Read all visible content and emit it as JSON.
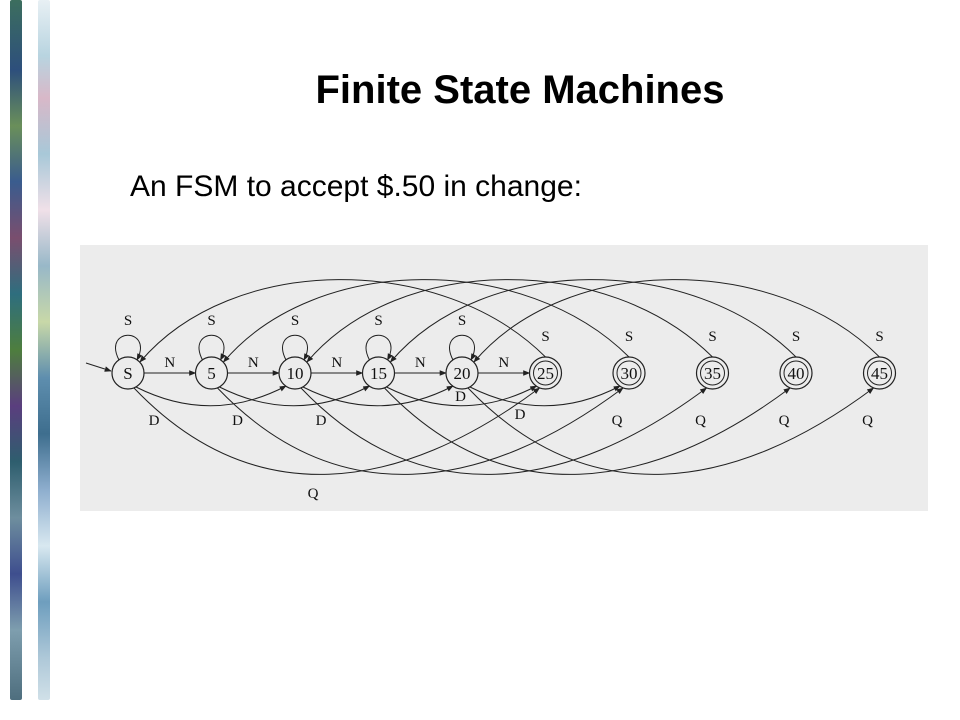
{
  "slide": {
    "title": "Finite State Machines",
    "subtitle": "An FSM to accept $.50 in change:"
  },
  "fsm": {
    "states": [
      {
        "id": "S",
        "label": "S",
        "accepting": false
      },
      {
        "id": "5",
        "label": "5",
        "accepting": false
      },
      {
        "id": "10",
        "label": "10",
        "accepting": false
      },
      {
        "id": "15",
        "label": "15",
        "accepting": false
      },
      {
        "id": "20",
        "label": "20",
        "accepting": false
      },
      {
        "id": "25",
        "label": "25",
        "accepting": true
      },
      {
        "id": "30",
        "label": "30",
        "accepting": true
      },
      {
        "id": "35",
        "label": "35",
        "accepting": true
      },
      {
        "id": "40",
        "label": "40",
        "accepting": true
      },
      {
        "id": "45",
        "label": "45",
        "accepting": true
      }
    ],
    "start_state": "S",
    "transitions": [
      {
        "from": "S",
        "to": "S",
        "label": "S"
      },
      {
        "from": "5",
        "to": "5",
        "label": "S"
      },
      {
        "from": "10",
        "to": "10",
        "label": "S"
      },
      {
        "from": "15",
        "to": "15",
        "label": "S"
      },
      {
        "from": "20",
        "to": "20",
        "label": "S"
      },
      {
        "from": "25",
        "to": "S",
        "label": "S"
      },
      {
        "from": "30",
        "to": "5",
        "label": "S"
      },
      {
        "from": "35",
        "to": "10",
        "label": "S"
      },
      {
        "from": "40",
        "to": "15",
        "label": "S"
      },
      {
        "from": "45",
        "to": "20",
        "label": "S"
      },
      {
        "from": "S",
        "to": "5",
        "label": "N"
      },
      {
        "from": "5",
        "to": "10",
        "label": "N"
      },
      {
        "from": "10",
        "to": "15",
        "label": "N"
      },
      {
        "from": "15",
        "to": "20",
        "label": "N"
      },
      {
        "from": "20",
        "to": "25",
        "label": "N"
      },
      {
        "from": "S",
        "to": "10",
        "label": "D"
      },
      {
        "from": "5",
        "to": "15",
        "label": "D"
      },
      {
        "from": "10",
        "to": "20",
        "label": "D"
      },
      {
        "from": "15",
        "to": "25",
        "label": "D"
      },
      {
        "from": "20",
        "to": "30",
        "label": "D"
      },
      {
        "from": "S",
        "to": "25",
        "label": "Q"
      },
      {
        "from": "5",
        "to": "30",
        "label": "Q"
      },
      {
        "from": "10",
        "to": "35",
        "label": "Q"
      },
      {
        "from": "15",
        "to": "40",
        "label": "Q"
      },
      {
        "from": "20",
        "to": "45",
        "label": "Q"
      }
    ]
  }
}
